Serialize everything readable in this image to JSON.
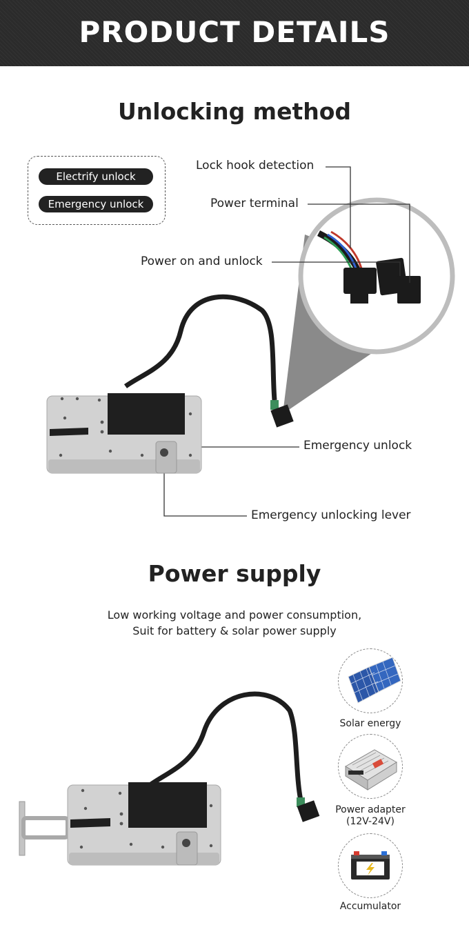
{
  "banner": {
    "title": "PRODUCT DETAILS"
  },
  "unlocking": {
    "title": "Unlocking method",
    "legend": [
      "Electrify unlock",
      "Emergency unlock"
    ],
    "callouts": {
      "lock_hook": "Lock hook detection",
      "power_terminal": "Power terminal",
      "power_on": "Power on and unlock",
      "emergency_unlock": "Emergency unlock",
      "emergency_lever": "Emergency unlocking lever"
    }
  },
  "power": {
    "title": "Power supply",
    "subtitle_line1": "Low working voltage and power consumption,",
    "subtitle_line2": "Suit for battery & solar power supply",
    "sources": [
      {
        "label": "Solar energy",
        "icon": "solar-panel-icon"
      },
      {
        "label": "Power adapter",
        "sub": "(12V-24V)",
        "icon": "power-adapter-icon"
      },
      {
        "label": "Accumulator",
        "icon": "battery-icon"
      }
    ]
  },
  "colors": {
    "banner_bg": "#2b2b2b",
    "pill_bg": "#222222",
    "lock_body": "#cfcfcf",
    "lock_panel": "#1f1f1f"
  }
}
